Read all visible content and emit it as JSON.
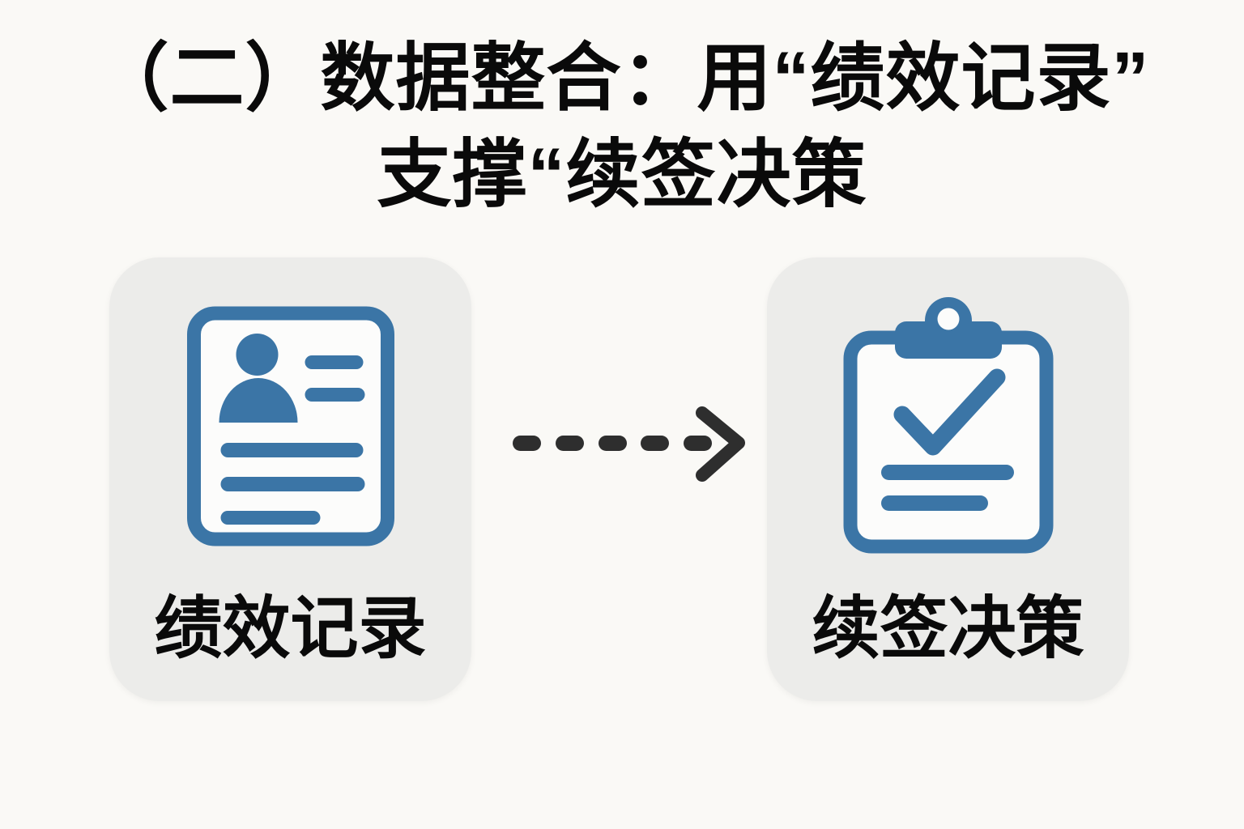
{
  "title": {
    "line1": "（二）数据整合：用“绩效记录”",
    "line2": "支撑“续签决策"
  },
  "nodes": [
    {
      "id": "performance-record",
      "label": "绩效记录",
      "icon": "resume-document-icon"
    },
    {
      "id": "renewal-decision",
      "label": "续签决策",
      "icon": "clipboard-check-icon"
    }
  ],
  "arrow": {
    "icon": "dashed-arrow-right-icon",
    "style": "dashed",
    "direction": "right",
    "dash_count": 5
  },
  "colors": {
    "accent_blue": "#3B75A6",
    "arrow_dark": "#2E2E2E",
    "card_bg": "#ECECEA",
    "page_bg": "#FAF9F6",
    "icon_fill": "#FCFCFB",
    "text": "#0A0A0A"
  }
}
